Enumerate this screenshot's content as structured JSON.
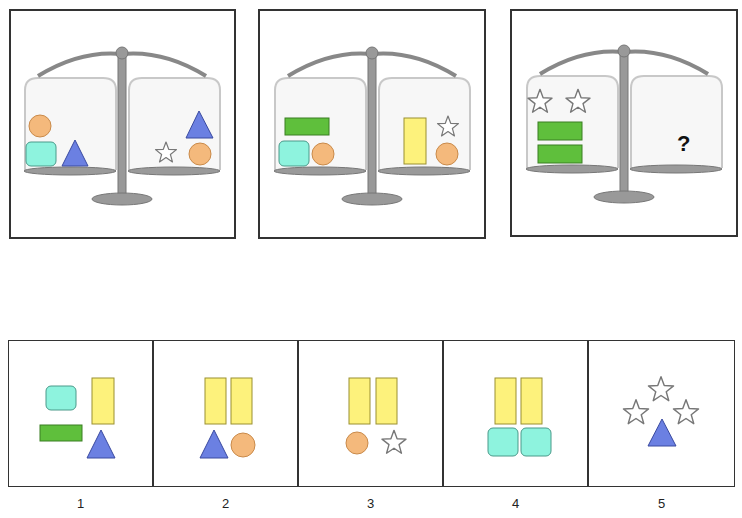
{
  "diagram": {
    "nodes": [
      {
        "text": [
          "1"
        ]
      },
      {
        "text": [
          "2"
        ]
      },
      {
        "text": [
          "3"
        ]
      },
      {
        "text": [
          "4"
        ]
      },
      {
        "text": [
          "5"
        ]
      }
    ],
    "labels": [
      "?"
    ]
  }
}
